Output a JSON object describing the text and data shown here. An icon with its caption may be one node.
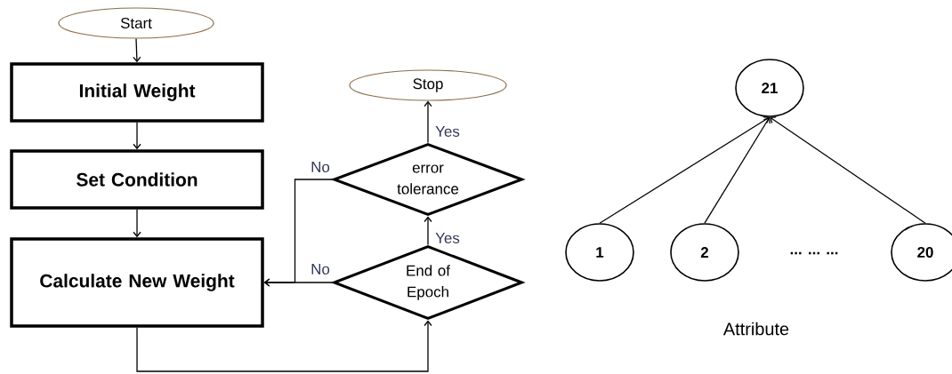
{
  "diagram": {
    "nodes": [
      {
        "text": [
          "Start"
        ]
      },
      {
        "text": [
          "Initial Weight"
        ]
      },
      {
        "text": [
          "Set Condition"
        ]
      },
      {
        "text": [
          "Calculate New Weight"
        ]
      },
      {
        "text": [
          "Stop"
        ]
      },
      {
        "text": [
          "error tolerance"
        ]
      },
      {
        "text": [
          "End of Epoch"
        ]
      },
      {
        "text": [
          "21"
        ]
      },
      {
        "text": [
          "1"
        ]
      },
      {
        "text": [
          "2"
        ]
      },
      {
        "text": [
          "20"
        ]
      }
    ],
    "edges": [
      {
        "from": 0,
        "to": 1,
        "arrow": "to"
      },
      {
        "from": 1,
        "to": 2,
        "arrow": "to"
      },
      {
        "from": 2,
        "to": 3,
        "arrow": "to"
      },
      {
        "from": 3,
        "to": 6,
        "arrow": "to"
      },
      {
        "from": 6,
        "to": 5,
        "arrow": "to",
        "label": "Yes"
      },
      {
        "from": 5,
        "to": 4,
        "arrow": "to",
        "label": "Yes"
      },
      {
        "from": 5,
        "to": 3,
        "arrow": "to",
        "label": "No"
      },
      {
        "from": 6,
        "to": 3,
        "arrow": "to",
        "label": "No"
      },
      {
        "from": 8,
        "to": 7,
        "arrow": "to"
      },
      {
        "from": 9,
        "to": 7,
        "arrow": "to"
      },
      {
        "from": 10,
        "to": 7,
        "arrow": "to"
      }
    ],
    "labels": [
      "... ... ...",
      "Attribute"
    ]
  }
}
